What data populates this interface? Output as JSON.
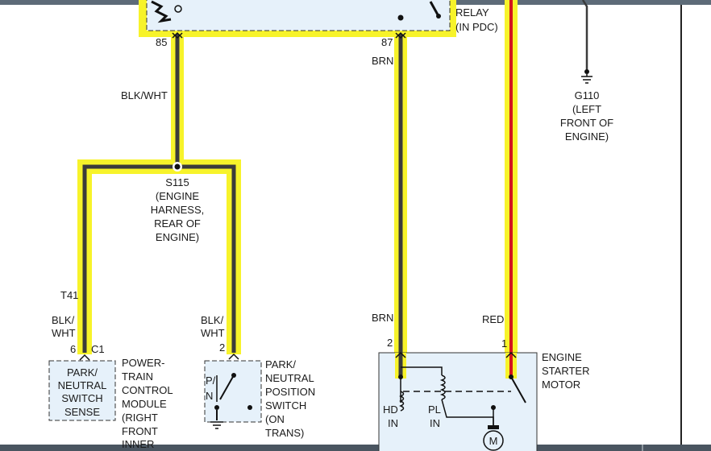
{
  "colors": {
    "highlight": "#f7f32a",
    "wire_dark": "#3b3b3b",
    "wire_red": "#d4141b",
    "component_fill": "#e6f1fa",
    "frame": "#4a5560"
  },
  "relay": {
    "label_line1": "RELAY",
    "label_line2": "(IN PDC)",
    "pin85": "85",
    "pin87": "87"
  },
  "wires": {
    "blk_wht": "BLK/WHT",
    "brn_top": "BRN",
    "brn_bottom": "BRN",
    "red": "RED"
  },
  "ground": {
    "id": "G110",
    "line1": "(LEFT",
    "line2": "FRONT OF",
    "line3": "ENGINE)"
  },
  "splice": {
    "id": "S115",
    "line1": "(ENGINE",
    "line2": "HARNESS,",
    "line3": "REAR OF",
    "line4": "ENGINE)"
  },
  "pcm": {
    "connector": "T41",
    "wire_line1": "BLK/",
    "wire_line2": "WHT",
    "pin": "6",
    "connector_id": "C1",
    "box_line1": "PARK/",
    "box_line2": "NEUTRAL",
    "box_line3": "SWITCH",
    "box_line4": "SENSE",
    "desc_line1": "POWER-",
    "desc_line2": "TRAIN",
    "desc_line3": "CONTROL",
    "desc_line4": "MODULE",
    "desc_line5": "(RIGHT",
    "desc_line6": "FRONT",
    "desc_line7": "INNER"
  },
  "pn_switch": {
    "wire_line1": "BLK/",
    "wire_line2": "WHT",
    "pin": "2",
    "symbol_line1": "P/",
    "symbol_line2": "N",
    "desc_line1": "PARK/",
    "desc_line2": "NEUTRAL",
    "desc_line3": "POSITION",
    "desc_line4": "SWITCH",
    "desc_line5": "(ON",
    "desc_line6": "TRANS)"
  },
  "starter": {
    "pin_brn": "2",
    "pin_red": "1",
    "label_line1": "ENGINE",
    "label_line2": "STARTER",
    "label_line3": "MOTOR",
    "hd_line1": "HD",
    "hd_line2": "IN",
    "pl_line1": "PL",
    "pl_line2": "IN",
    "motor": "M"
  }
}
